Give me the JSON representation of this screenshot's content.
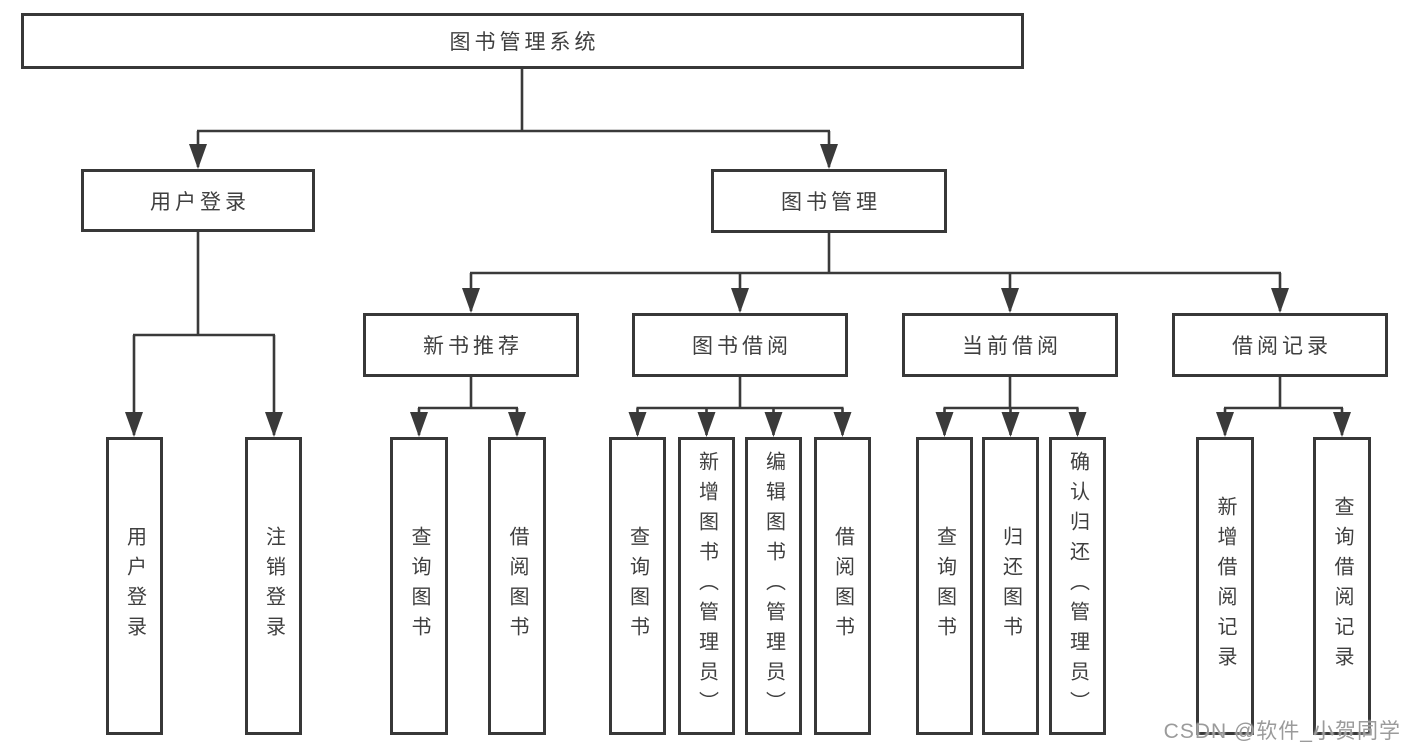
{
  "tree": {
    "root": {
      "label": "图书管理系统"
    },
    "level2": {
      "user_login": {
        "label": "用户登录"
      },
      "book_mgmt": {
        "label": "图书管理"
      }
    },
    "level3": {
      "new_books": {
        "label": "新书推荐"
      },
      "book_borrow": {
        "label": "图书借阅"
      },
      "current_borrow": {
        "label": "当前借阅"
      },
      "borrow_records": {
        "label": "借阅记录"
      }
    },
    "leaves": {
      "user_login": [
        "用户登录",
        "注销登录"
      ],
      "new_books": [
        "查询图书",
        "借阅图书"
      ],
      "book_borrow": [
        "查询图书",
        "新增图书（管理员）",
        "编辑图书（管理员）",
        "借阅图书"
      ],
      "current_borrow": [
        "查询图书",
        "归还图书",
        "确认归还（管理员）"
      ],
      "borrow_records": [
        "新增借阅记录",
        "查询借阅记录"
      ]
    }
  },
  "colors": {
    "line": "#3a3a3a",
    "border": "#383838",
    "text": "#3f3f3f",
    "watermark": "#9b9b9b"
  },
  "watermark": "CSDN @软件_小贺同学"
}
